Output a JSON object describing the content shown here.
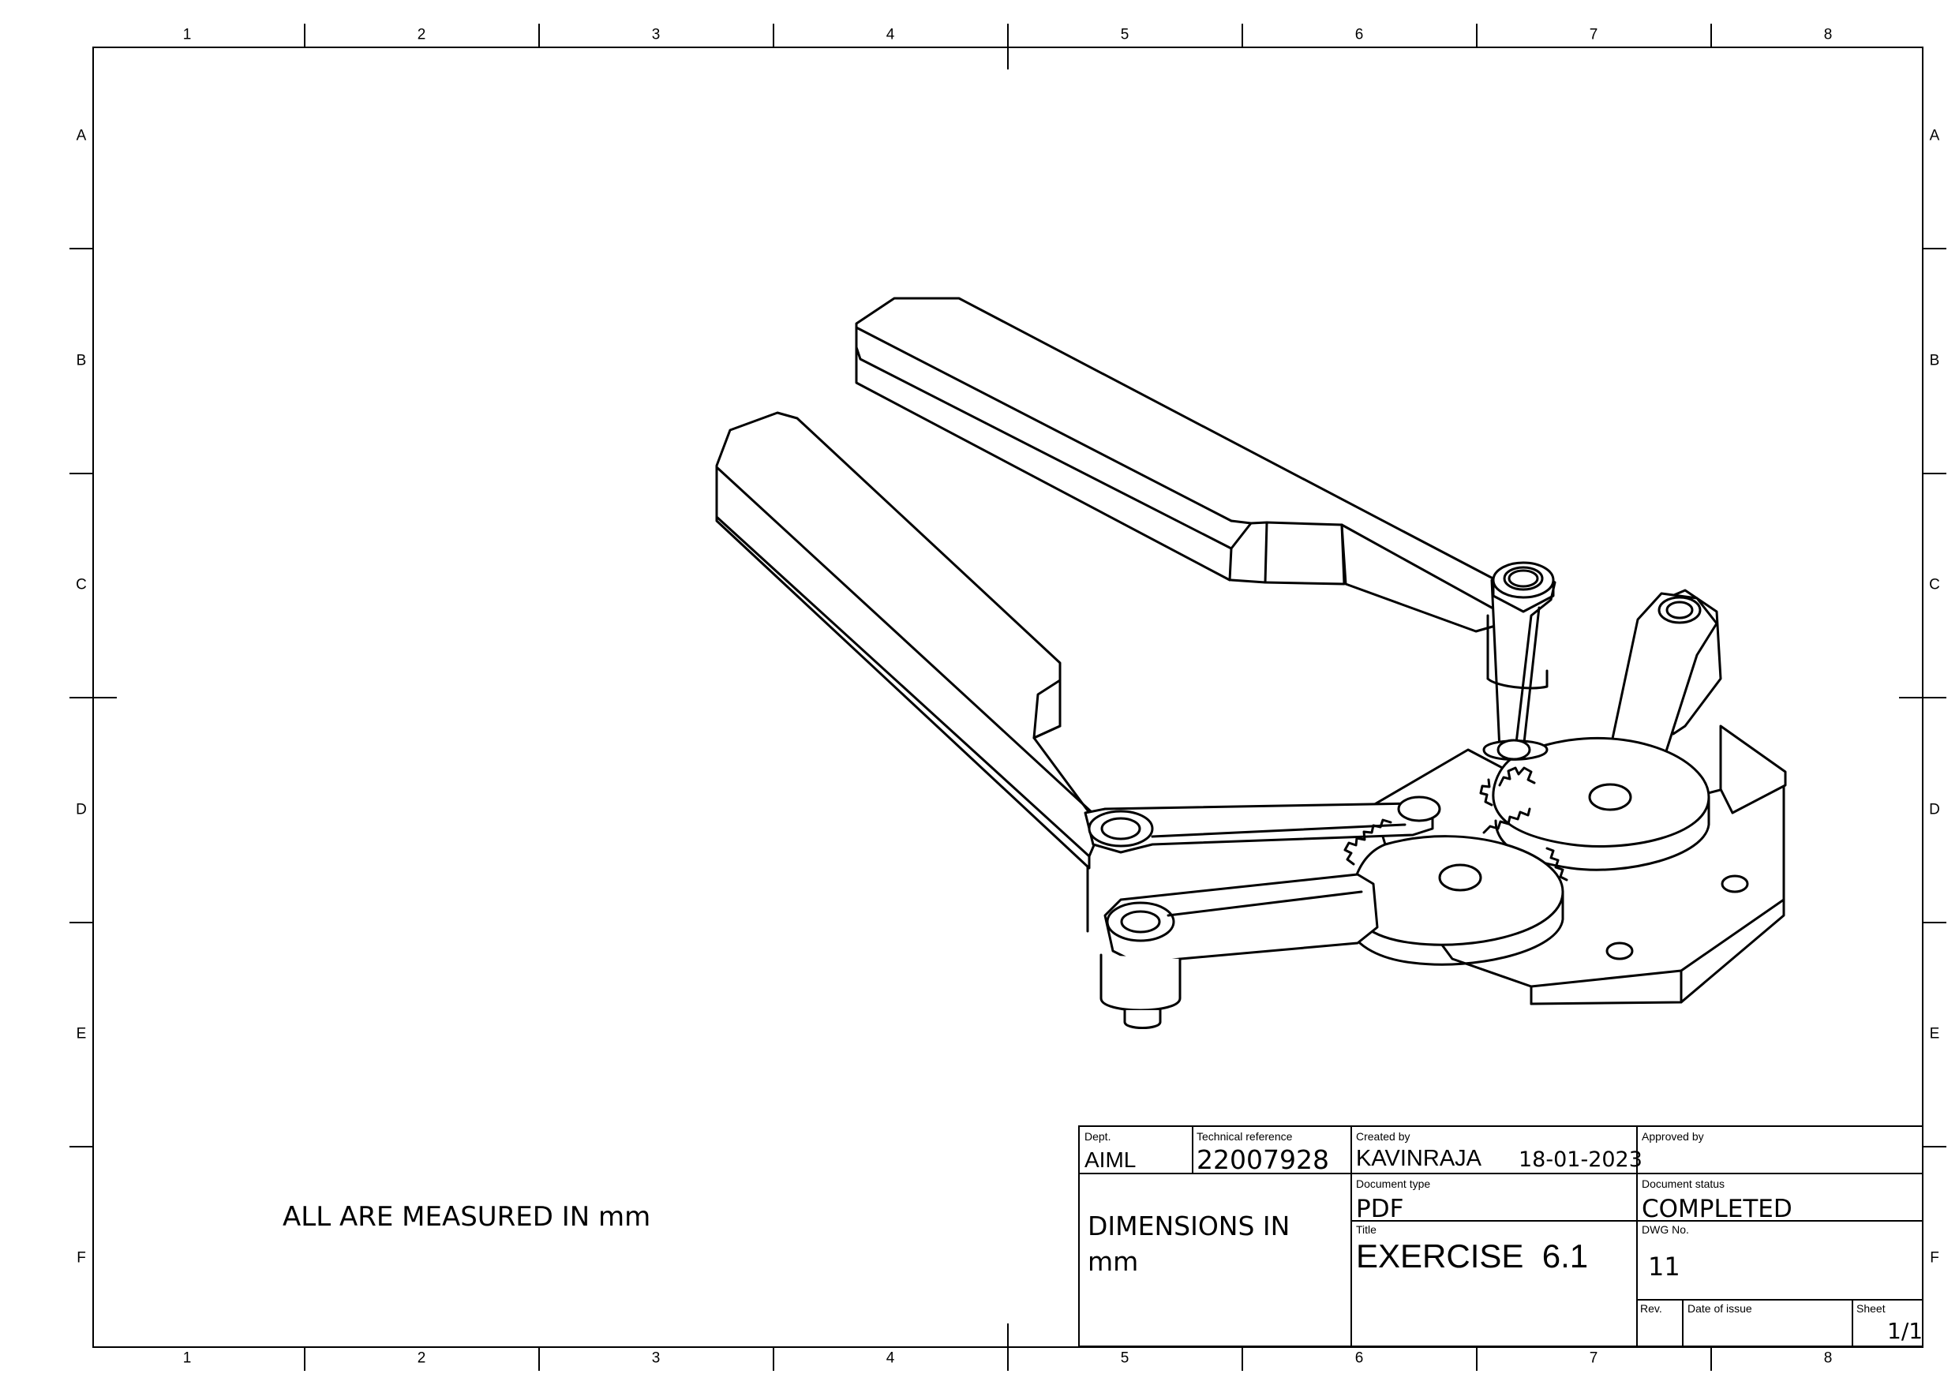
{
  "border": {
    "columns": [
      "1",
      "2",
      "3",
      "4",
      "5",
      "6",
      "7",
      "8"
    ],
    "rows": [
      "A",
      "B",
      "C",
      "D",
      "E",
      "F"
    ]
  },
  "note": "ALL ARE MEASURED IN mm",
  "title_block": {
    "dept_caption": "Dept.",
    "dept": "AIML",
    "techref_caption": "Technical reference",
    "techref": "22007928",
    "created_caption": "Created by",
    "created_by": "KAVINRAJA",
    "created_date": "18-01-2023",
    "approved_caption": "Approved by",
    "approved_by": "",
    "doctype_caption": "Document type",
    "doctype": "PDF",
    "docstatus_caption": "Document status",
    "docstatus": "COMPLETED",
    "dimensions_line1": "DIMENSIONS IN",
    "dimensions_line2": "mm",
    "title_caption": "Title",
    "title": "EXERCISE  6.1",
    "dwg_caption": "DWG No.",
    "dwg_no": "11",
    "rev_caption": "Rev.",
    "rev": "",
    "issue_caption": "Date of issue",
    "issue_date": "",
    "sheet_caption": "Sheet",
    "sheet": "1/1"
  },
  "colors": {
    "line": "#000000",
    "paper": "#ffffff"
  }
}
